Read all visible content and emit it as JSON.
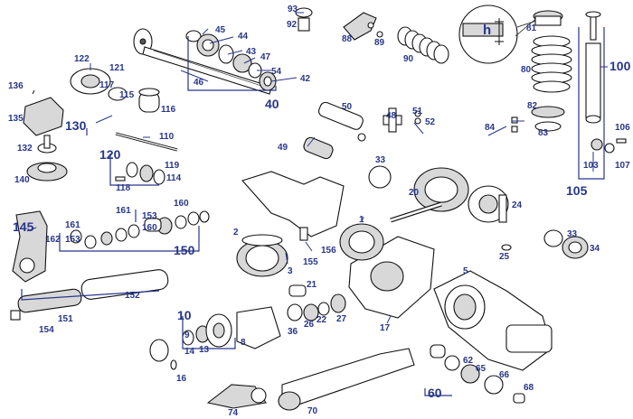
{
  "labels": [
    {
      "text": "93"
    },
    {
      "text": "92"
    },
    {
      "text": "88"
    },
    {
      "text": "89"
    },
    {
      "text": "90"
    },
    {
      "text": "81"
    },
    {
      "text": "80"
    },
    {
      "text": "82"
    },
    {
      "text": "83"
    },
    {
      "text": "84"
    },
    {
      "text": "100"
    },
    {
      "text": "106"
    },
    {
      "text": "103"
    },
    {
      "text": "107"
    },
    {
      "text": "105"
    },
    {
      "text": "45"
    },
    {
      "text": "44"
    },
    {
      "text": "43"
    },
    {
      "text": "47"
    },
    {
      "text": "54"
    },
    {
      "text": "42"
    },
    {
      "text": "40"
    },
    {
      "text": "46"
    },
    {
      "text": "122"
    },
    {
      "text": "121"
    },
    {
      "text": "117"
    },
    {
      "text": "115"
    },
    {
      "text": "116"
    },
    {
      "text": "136"
    },
    {
      "text": "135"
    },
    {
      "text": "130"
    },
    {
      "text": "132"
    },
    {
      "text": "140"
    },
    {
      "text": "110"
    },
    {
      "text": "120"
    },
    {
      "text": "114"
    },
    {
      "text": "119"
    },
    {
      "text": "118"
    },
    {
      "text": "48"
    },
    {
      "text": "51"
    },
    {
      "text": "52"
    },
    {
      "text": "50"
    },
    {
      "text": "49"
    },
    {
      "text": "33"
    },
    {
      "text": "20"
    },
    {
      "text": "24"
    },
    {
      "text": "33"
    },
    {
      "text": "34"
    },
    {
      "text": "25"
    },
    {
      "text": "160"
    },
    {
      "text": "161"
    },
    {
      "text": "153"
    },
    {
      "text": "160"
    },
    {
      "text": "161"
    },
    {
      "text": "162"
    },
    {
      "text": "153"
    },
    {
      "text": "145"
    },
    {
      "text": "150"
    },
    {
      "text": "152"
    },
    {
      "text": "151"
    },
    {
      "text": "154"
    },
    {
      "text": "2"
    },
    {
      "text": "1"
    },
    {
      "text": "3"
    },
    {
      "text": "156"
    },
    {
      "text": "155"
    },
    {
      "text": "5"
    },
    {
      "text": "21"
    },
    {
      "text": "36"
    },
    {
      "text": "26"
    },
    {
      "text": "22"
    },
    {
      "text": "27"
    },
    {
      "text": "17"
    },
    {
      "text": "10"
    },
    {
      "text": "9"
    },
    {
      "text": "14"
    },
    {
      "text": "13"
    },
    {
      "text": "8"
    },
    {
      "text": "16"
    },
    {
      "text": "62"
    },
    {
      "text": "65"
    },
    {
      "text": "66"
    },
    {
      "text": "60"
    },
    {
      "text": "68"
    },
    {
      "text": "74"
    },
    {
      "text": "70"
    }
  ],
  "inset": {
    "letter": "h"
  }
}
